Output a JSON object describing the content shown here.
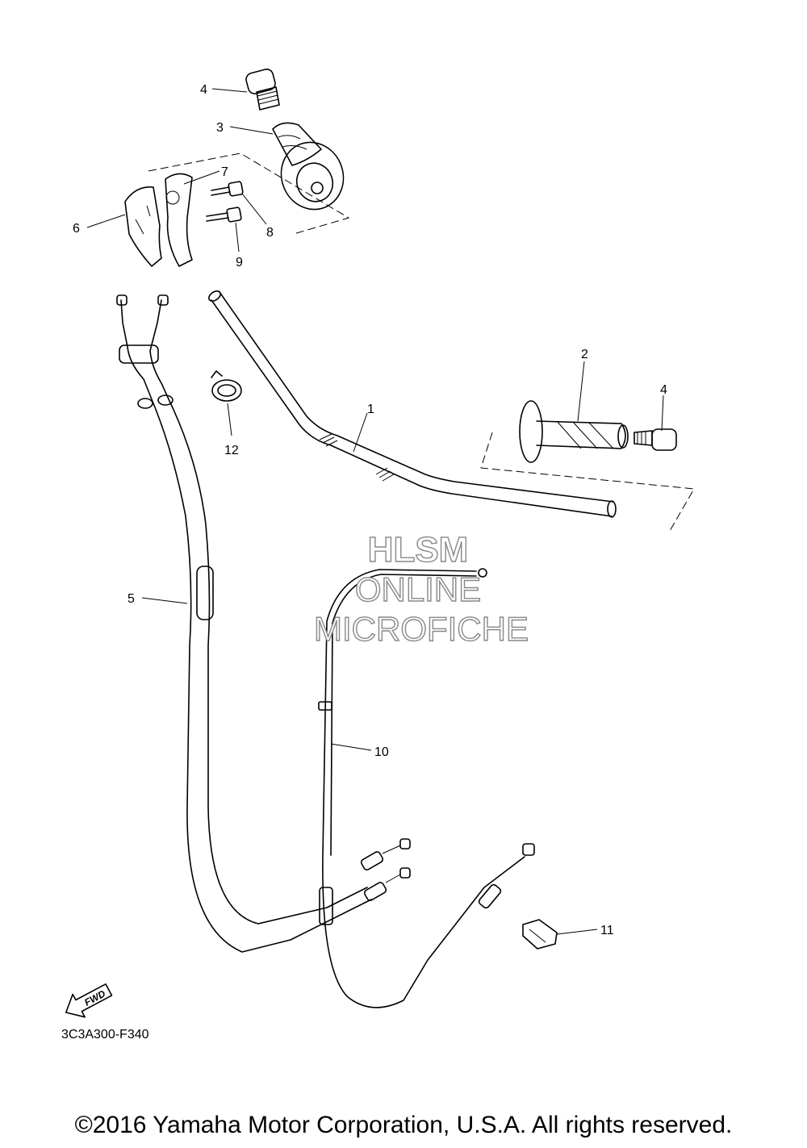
{
  "callouts": {
    "c1": "1",
    "c2": "2",
    "c3": "3",
    "c4a": "4",
    "c4b": "4",
    "c5": "5",
    "c6": "6",
    "c7": "7",
    "c8": "8",
    "c9": "9",
    "c10": "10",
    "c11": "11",
    "c12": "12"
  },
  "watermark": {
    "line1": "HLSM",
    "line2": "ONLINE",
    "line3": "MICROFICHE"
  },
  "fwd_label": "FWD",
  "diagram_code": "3C3A300-F340",
  "copyright": "©2016 Yamaha Motor Corporation, U.S.A. All rights reserved."
}
